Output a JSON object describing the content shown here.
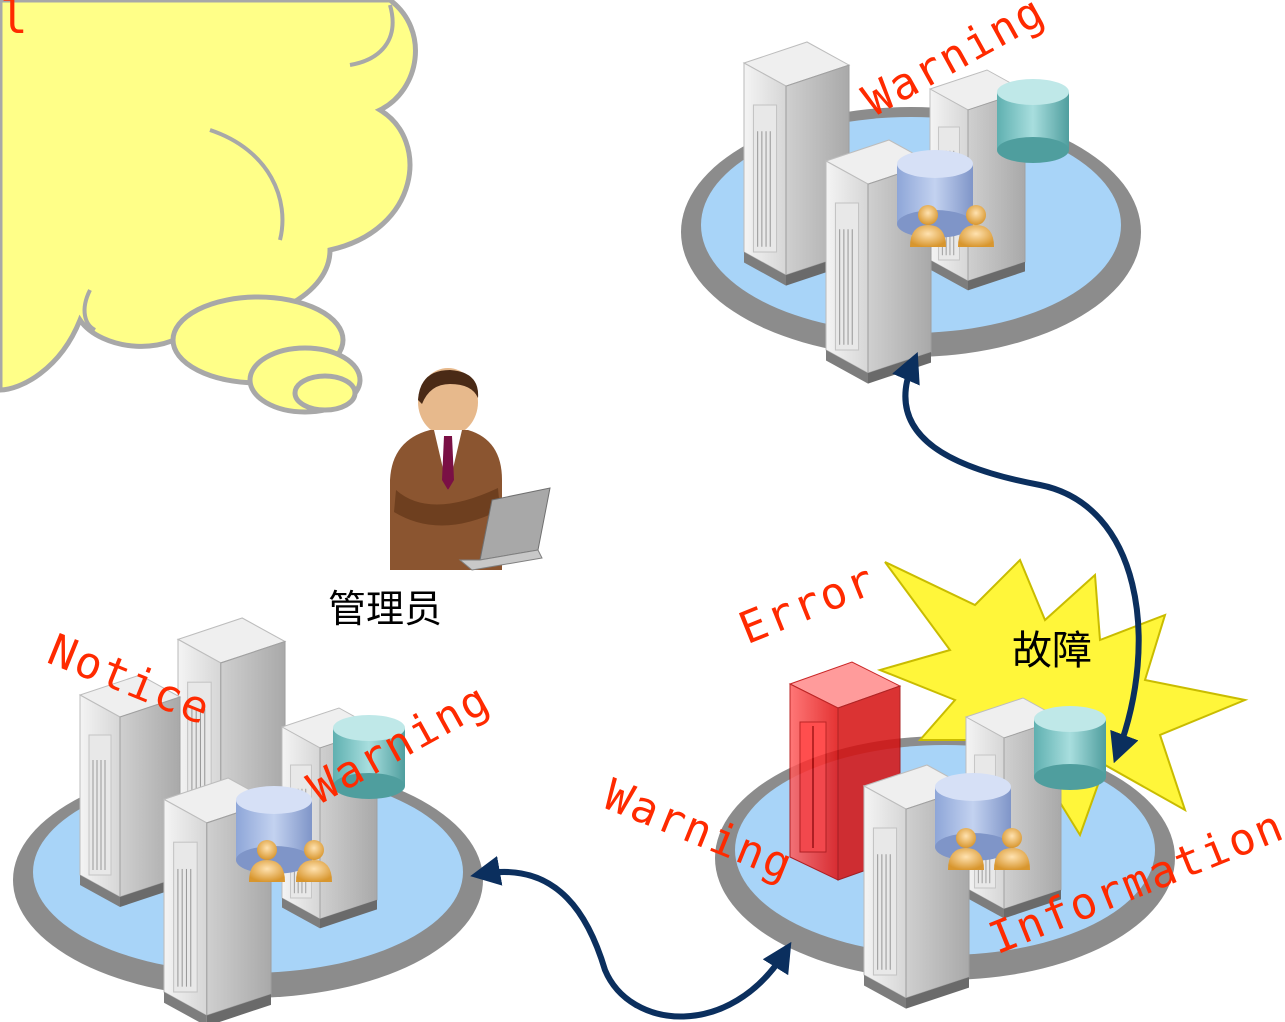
{
  "admin": {
    "label": "管理员"
  },
  "fault": {
    "label": "故障"
  },
  "cloud": {
    "partial_text": "l"
  },
  "clusters": {
    "top_right": {
      "labels": [
        "Warning"
      ]
    },
    "bottom_left": {
      "labels": [
        "Notice",
        "Warning"
      ]
    },
    "bottom_right": {
      "labels": [
        "Error",
        "Warning",
        "Information"
      ]
    }
  },
  "colors": {
    "label_red": "#ff2a00",
    "cloud_yellow": "#ffff88",
    "platform_blue": "#a8d4f8",
    "platform_ring": "#8c8c8c",
    "arrow_navy": "#0b2f5e",
    "alert_server": "#ff2020",
    "burst_yellow": "#fff63a"
  }
}
